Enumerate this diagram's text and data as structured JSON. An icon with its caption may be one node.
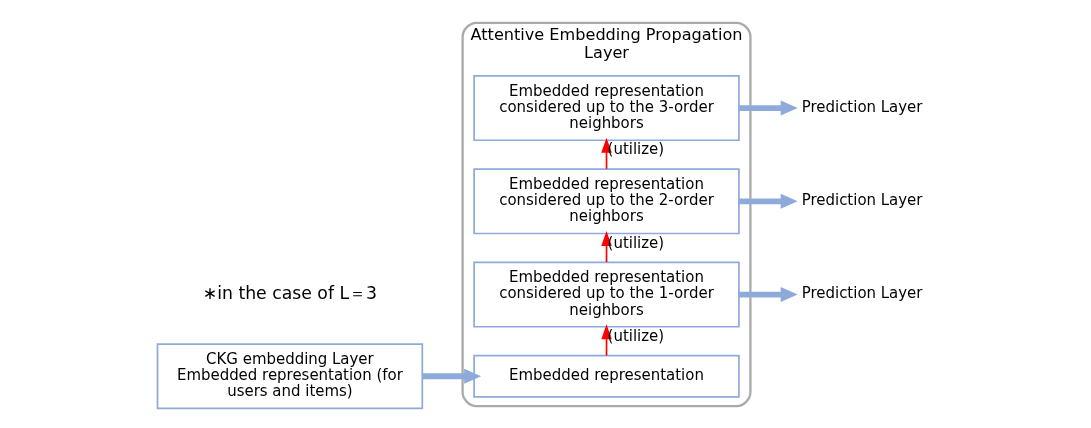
{
  "diagram": {
    "nodes": [
      {
        "text": [
          "Attentive Embedding Propagation Layer"
        ]
      },
      {
        "text": [
          "Embedded representation considered up to the 3-order neighbors"
        ],
        "in": 0
      },
      {
        "text": [
          "Prediction Layer"
        ]
      },
      {
        "text": [
          "Embedded representation considered up to the 2-order neighbors"
        ],
        "in": 0
      },
      {
        "text": [
          "Prediction Layer"
        ]
      },
      {
        "text": [
          "Embedded representation considered up to the 1-order neighbors"
        ],
        "in": 0
      },
      {
        "text": [
          "Prediction Layer"
        ]
      },
      {
        "text": [
          "CKG embedding Layer",
          "Embedded representation (for users and items)"
        ]
      },
      {
        "text": [
          "Embedded representation"
        ],
        "in": 0
      }
    ],
    "edges": [
      {
        "from": 1,
        "to": 2,
        "arrow": "to"
      },
      {
        "from": 3,
        "to": 4,
        "arrow": "to"
      },
      {
        "from": 5,
        "to": 6,
        "arrow": "to"
      },
      {
        "from": 7,
        "to": 8,
        "arrow": "to"
      },
      {
        "from": 3,
        "to": 1,
        "arrow": "to",
        "label": "(utilize)",
        "color": "#ff0000"
      },
      {
        "from": 5,
        "to": 3,
        "arrow": "to",
        "label": "(utilize)",
        "color": "#ff0000"
      },
      {
        "from": 8,
        "to": 5,
        "arrow": "to",
        "label": "(utilize)",
        "color": "#ff0000"
      }
    ],
    "labels": [
      "∗in the case of L＝3"
    ]
  }
}
